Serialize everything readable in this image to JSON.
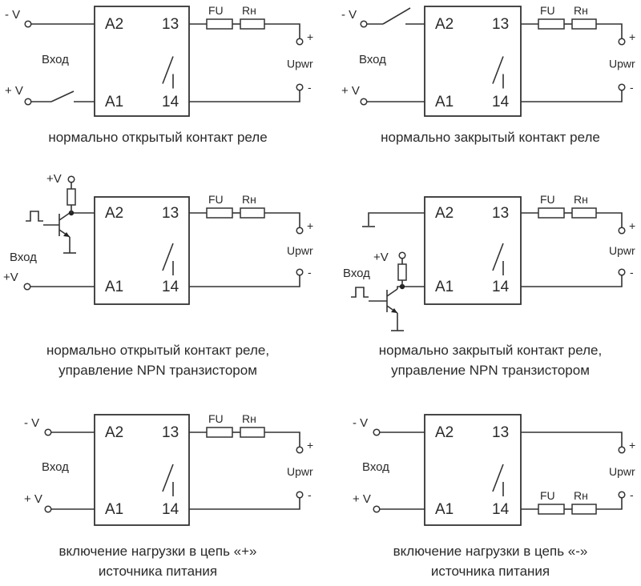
{
  "pins": {
    "a2": "A2",
    "a1": "A1",
    "c13": "13",
    "c14": "14"
  },
  "labels": {
    "fuse": "FU",
    "load": "Rн",
    "upwr": "Upwr",
    "plus": "+",
    "minus": "-",
    "input": "Вход",
    "minus_v": "- V",
    "plus_v": "+ V",
    "plus_v_tight": "+V"
  },
  "captions": {
    "p1": [
      "нормально открытый контакт реле"
    ],
    "p2": [
      "нормально закрытый контакт реле"
    ],
    "p3": [
      "нормально открытый контакт реле,",
      "управление NPN транзистором"
    ],
    "p4": [
      "нормально закрытый контакт реле,",
      "управление NPN транзистором"
    ],
    "p5": [
      "включение нагрузки в цепь «+»",
      "источника питания"
    ],
    "p6": [
      "включение нагрузки в цепь «-»",
      "источника питания"
    ]
  }
}
